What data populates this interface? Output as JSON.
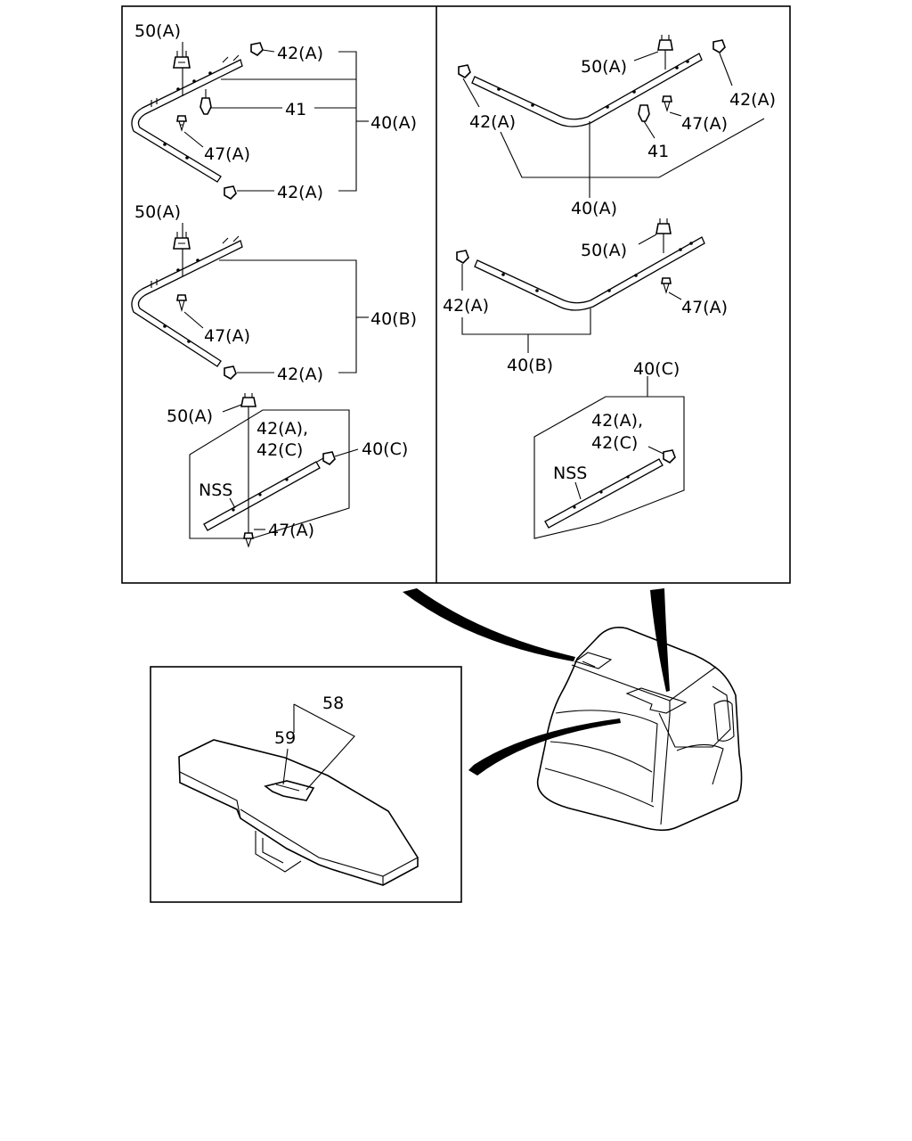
{
  "left_panel": {
    "set1": {
      "clip": "50(A)",
      "cap_top": "42(A)",
      "part_41": "41",
      "screw": "47(A)",
      "cap_bottom": "42(A)",
      "assembly": "40(A)"
    },
    "set2": {
      "clip": "50(A)",
      "screw": "47(A)",
      "cap_bottom": "42(A)",
      "assembly": "40(B)"
    },
    "set3": {
      "clip": "50(A)",
      "cap_line1": "42(A),",
      "cap_line2": "42(C)",
      "assembly": "40(C)",
      "nss": "NSS",
      "screw": "47(A)"
    }
  },
  "right_panel": {
    "set1": {
      "clip": "50(A)",
      "cap_left": "42(A)",
      "cap_right": "42(A)",
      "screw": "47(A)",
      "part_41": "41",
      "assembly": "40(A)"
    },
    "set2": {
      "clip": "50(A)",
      "cap_left": "42(A)",
      "screw": "47(A)",
      "assembly": "40(B)"
    },
    "set3": {
      "assembly": "40(C)",
      "cap_line1": "42(A),",
      "cap_line2": "42(C)",
      "nss": "NSS"
    }
  },
  "inset": {
    "part_58": "58",
    "part_59": "59"
  }
}
